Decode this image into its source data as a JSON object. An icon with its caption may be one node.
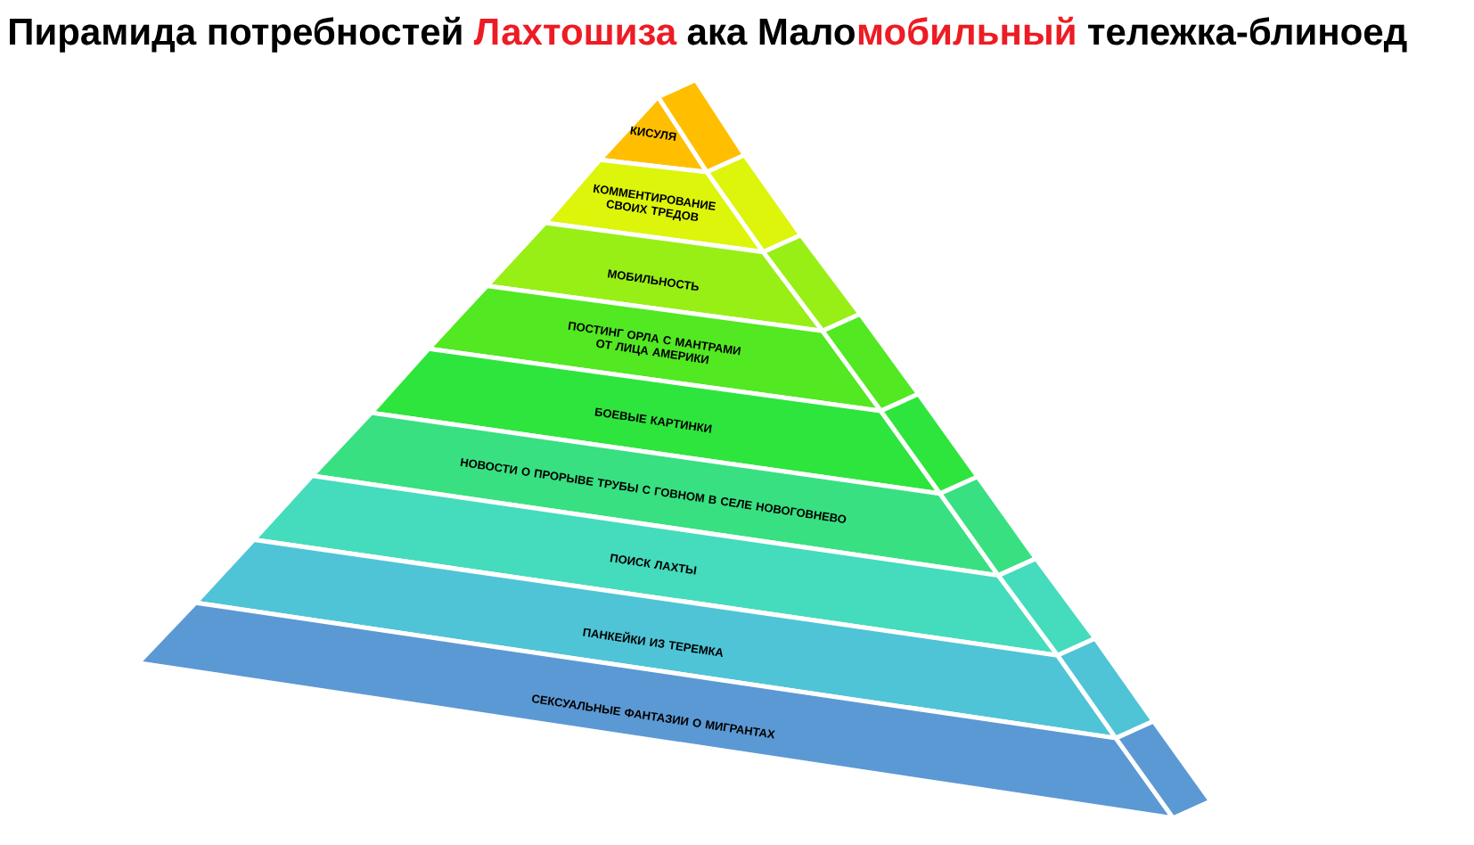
{
  "diagram": {
    "nodes": [
      {
        "text": [
          "КИСУЛЯ"
        ]
      },
      {
        "text": [
          "КОММЕНТИРОВАНИЕ СВОИХ ТРЕДОВ"
        ]
      },
      {
        "text": [
          "МОБИЛЬНОСТЬ"
        ]
      },
      {
        "text": [
          "ПОСТИНГ ОРЛА С МАНТРАМИ ОТ ЛИЦА АМЕРИКИ"
        ]
      },
      {
        "text": [
          "БОЕВЫЕ КАРТИНКИ"
        ]
      },
      {
        "text": [
          "НОВОСТИ О ПРОРЫВЕ ТРУБЫ С ГОВНОМ В СЕЛЕ НОВОГОВНЕВО"
        ]
      },
      {
        "text": [
          "ПОИСК ЛАХТЫ"
        ]
      },
      {
        "text": [
          "ПАНКЕЙКИ ИЗ ТЕРЕМКА"
        ]
      },
      {
        "text": [
          "СЕКСУАЛЬНЫЕ ФАНТАЗИИ О МИГРАНТАХ"
        ]
      }
    ],
    "labels": [
      "Пирамида потребностей",
      "Лахтошиза",
      "ака Мало",
      "мобильный",
      "тележка-блиноед"
    ]
  }
}
